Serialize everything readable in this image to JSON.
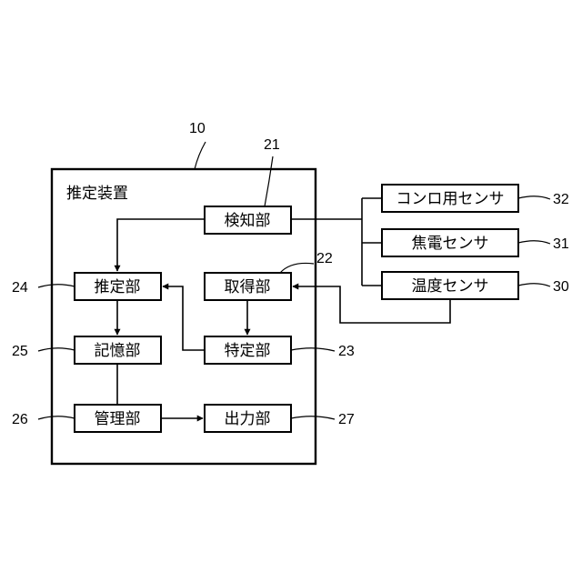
{
  "device": {
    "title": "推定装置",
    "ref": "10"
  },
  "blocks": {
    "detection": {
      "label": "検知部",
      "ref": "21"
    },
    "acquisition": {
      "label": "取得部",
      "ref": "22"
    },
    "estimation": {
      "label": "推定部",
      "ref": "24"
    },
    "storage": {
      "label": "記憶部",
      "ref": "25"
    },
    "identification": {
      "label": "特定部",
      "ref": "23"
    },
    "management": {
      "label": "管理部",
      "ref": "26"
    },
    "output": {
      "label": "出力部",
      "ref": "27"
    }
  },
  "sensors": {
    "stove": {
      "label": "コンロ用センサ",
      "ref": "32"
    },
    "pyroelectric": {
      "label": "焦電センサ",
      "ref": "31"
    },
    "temperature": {
      "label": "温度センサ",
      "ref": "30"
    }
  }
}
